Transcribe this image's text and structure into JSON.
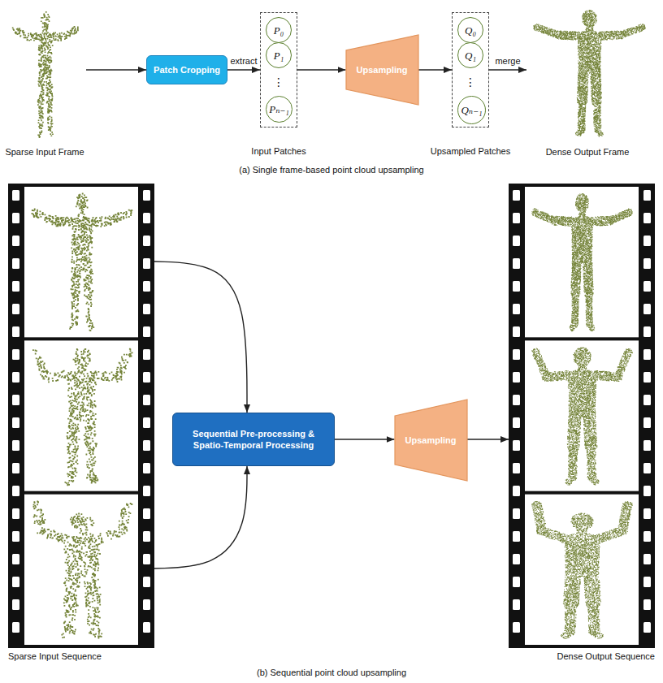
{
  "diagram": {
    "nodes": [
      {
        "text": [
          "Sparse Input Frame"
        ]
      },
      {
        "text": [
          "Patch Cropping"
        ]
      },
      {
        "text": [
          "Input Patches"
        ]
      },
      {
        "text": [
          "P₀"
        ],
        "in": 2
      },
      {
        "text": [
          "P₁"
        ],
        "in": 2
      },
      {
        "text": [
          "Pₙ₋₁"
        ],
        "in": 2
      },
      {
        "text": [
          "Upsampling"
        ]
      },
      {
        "text": [
          "Upsampled Patches"
        ]
      },
      {
        "text": [
          "Q₀"
        ],
        "in": 7
      },
      {
        "text": [
          "Q₁"
        ],
        "in": 7
      },
      {
        "text": [
          "Qₙ₋₁"
        ],
        "in": 7
      },
      {
        "text": [
          "Dense Output Frame"
        ]
      },
      {
        "text": [
          "Sparse Input Sequence"
        ]
      },
      {
        "text": [
          "Sequential Pre-processing & Spatio-Temporal Processing"
        ]
      },
      {
        "text": [
          "Upsampling"
        ]
      },
      {
        "text": [
          "Dense Output Sequence"
        ]
      }
    ],
    "edges": [
      {
        "from": 0,
        "to": 1,
        "arrow": "to"
      },
      {
        "from": 1,
        "to": 2,
        "label": "extract",
        "arrow": "to"
      },
      {
        "from": 2,
        "to": 6,
        "arrow": "to"
      },
      {
        "from": 6,
        "to": 7,
        "arrow": "to"
      },
      {
        "from": 7,
        "to": 11,
        "label": "merge",
        "arrow": "to"
      },
      {
        "from": 12,
        "to": 13,
        "arrow": "to"
      },
      {
        "from": 12,
        "to": 13,
        "arrow": "to"
      },
      {
        "from": 13,
        "to": 14,
        "arrow": "to"
      },
      {
        "from": 14,
        "to": 15,
        "arrow": "to"
      }
    ],
    "labels": [
      "⋮",
      "⋮",
      "(a) Single frame-based point cloud upsampling",
      "(b) Sequential point cloud upsampling"
    ]
  }
}
